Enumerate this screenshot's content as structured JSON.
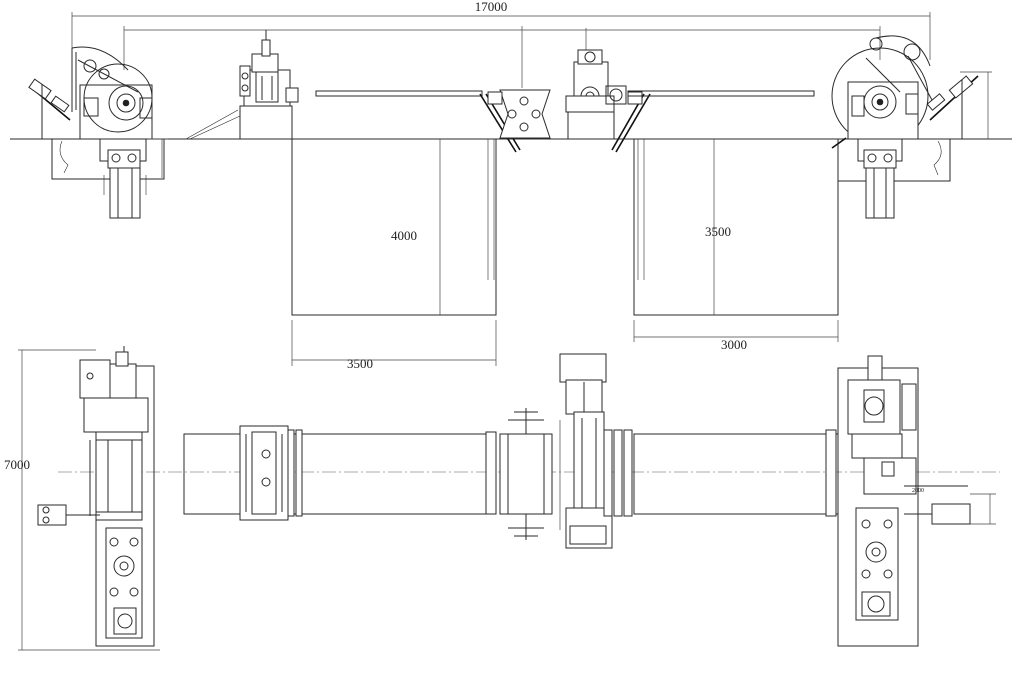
{
  "dimensions": {
    "overall_length": "17000",
    "pit1_depth": "4000",
    "pit2_depth": "3500",
    "pit1_length": "3500",
    "pit2_length": "3000",
    "overall_width": "7000",
    "small_offset": "2000"
  },
  "colors": {
    "line": "#2a2a2a",
    "background": "#ffffff"
  }
}
